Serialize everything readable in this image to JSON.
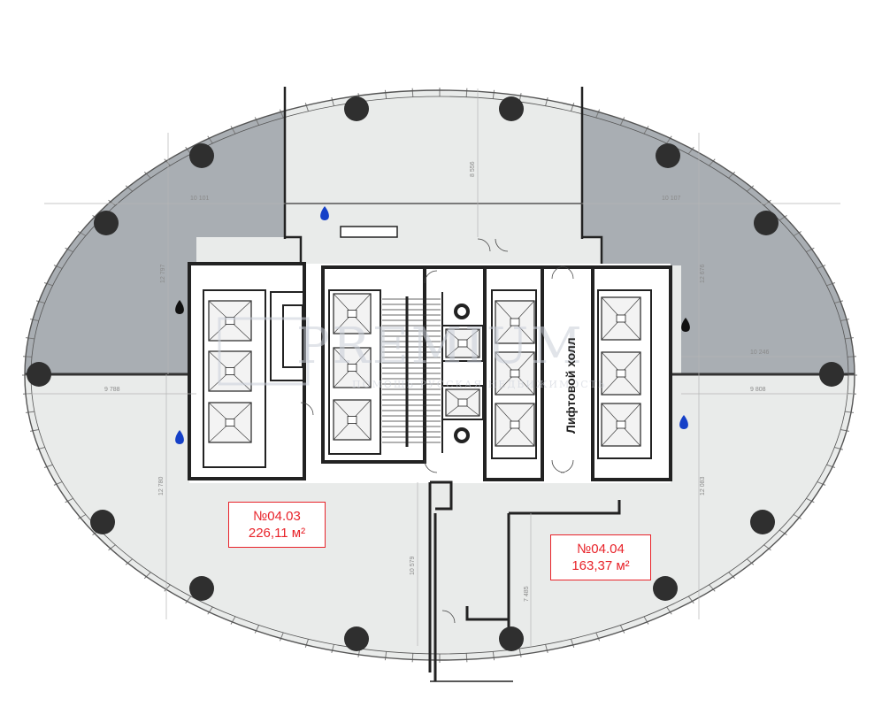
{
  "units": [
    {
      "number": "№04.03",
      "area": "226,11 м²"
    },
    {
      "number": "№04.04",
      "area": "163,37 м²"
    }
  ],
  "elevator_hall_label": "Лифтовой холл",
  "watermark": {
    "title": "PREMIUM",
    "subtitle": "ПОМОЩЬ РУССКАЯ НЕДВИЖИМОСТЬ"
  },
  "dimensions": [
    "10 101",
    "10 107",
    "12 797",
    "12 676",
    "10 246",
    "9 788",
    "9 808",
    "12 780",
    "12 083",
    "10 579",
    "7 485",
    "8 556"
  ],
  "colors": {
    "wall": "#222222",
    "occupied_zone": "#a9aeb3",
    "free_zone": "#e9ebea",
    "column": "#2f2f2f",
    "water_mark": "#1540c8",
    "label": "#e8232a"
  }
}
